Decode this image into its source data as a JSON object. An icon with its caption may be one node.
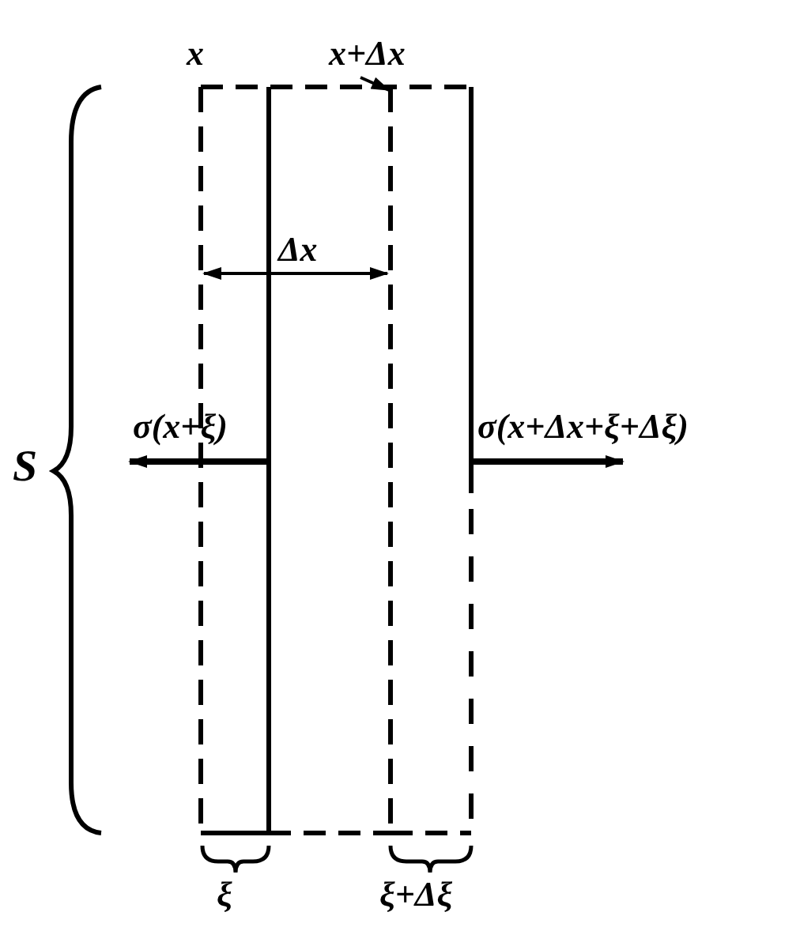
{
  "diagram": {
    "nodes": [
      {
        "text": [
          "x+Δx"
        ]
      },
      {
        "text": [],
        "shape": "bar"
      }
    ],
    "edges": [
      {
        "from": 0,
        "to": 1,
        "arrow": "to"
      }
    ],
    "labels": [
      "x",
      "Δx",
      "σ(x+ξ)",
      "σ(x+Δx+ξ+Δξ)",
      "S",
      "ξ",
      "ξ+Δξ"
    ]
  }
}
